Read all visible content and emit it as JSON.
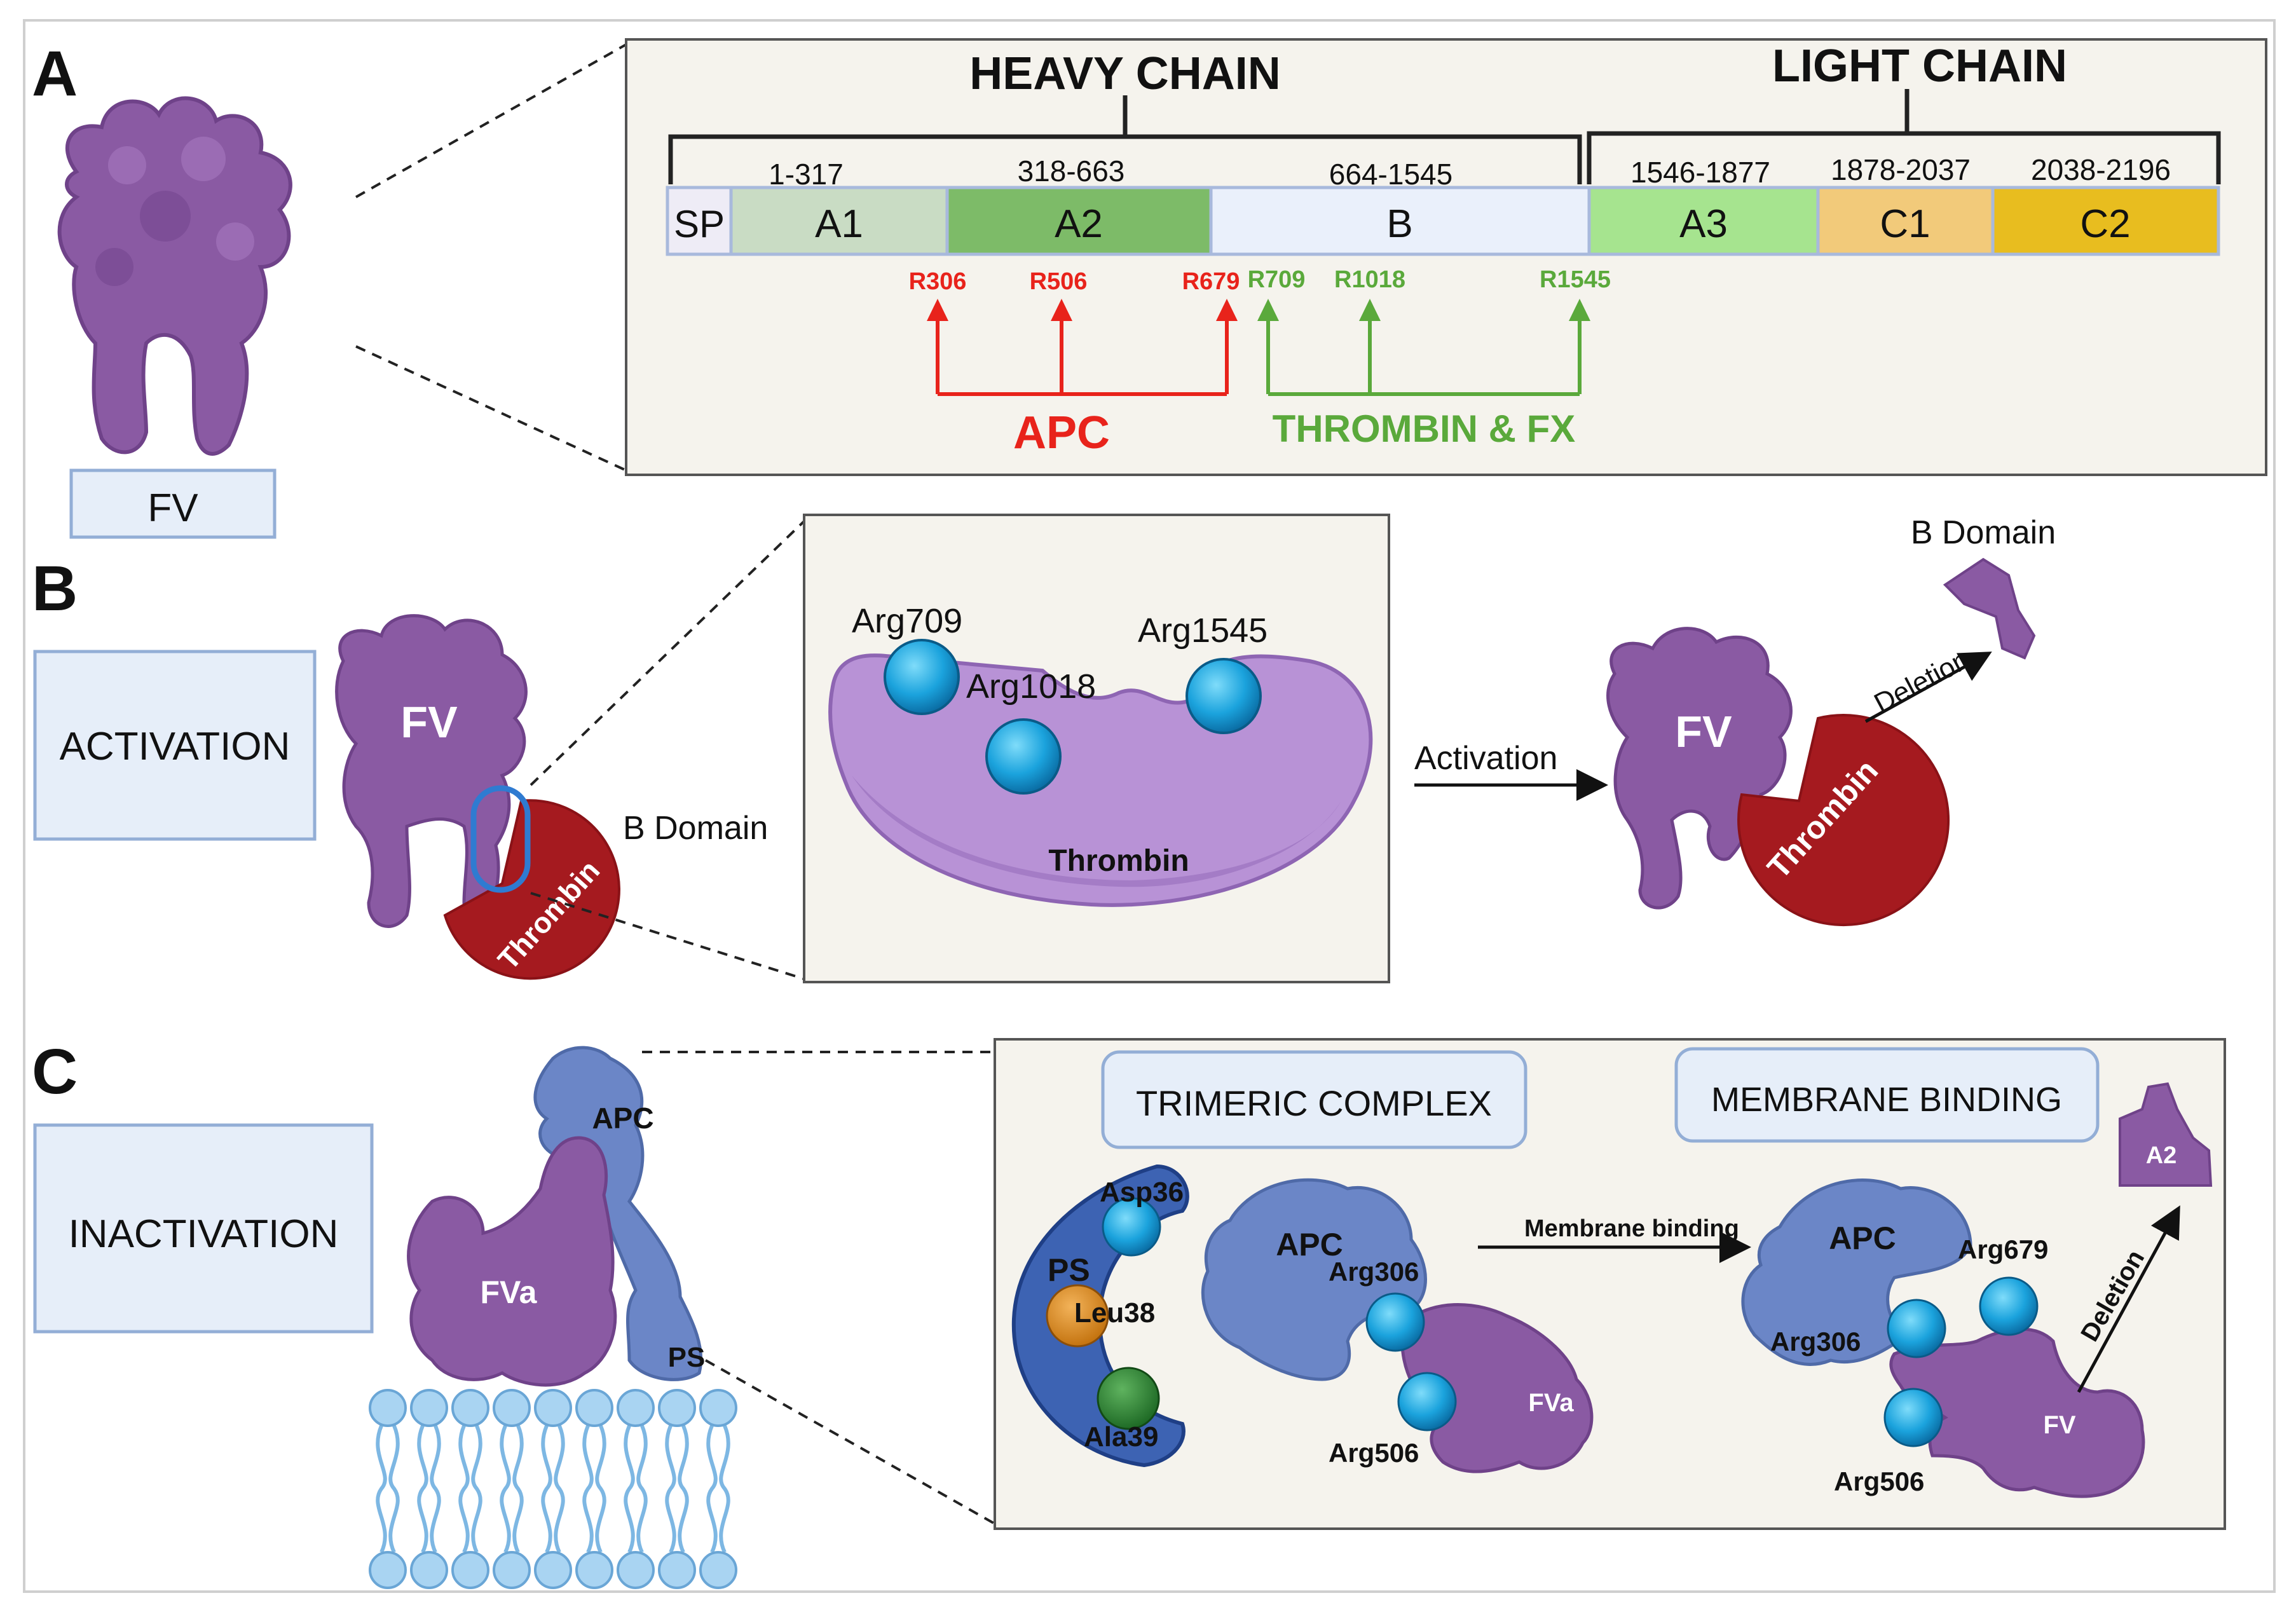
{
  "panel_a": {
    "letter": "A",
    "fv_label": "FV",
    "heavy_chain": "HEAVY CHAIN",
    "light_chain": "LIGHT CHAIN",
    "domains": [
      {
        "name": "SP",
        "range": "",
        "color": "#eeecf6"
      },
      {
        "name": "A1",
        "range": "1-317",
        "color": "#c9dcc4"
      },
      {
        "name": "A2",
        "range": "318-663",
        "color": "#7dbb68"
      },
      {
        "name": "B",
        "range": "664-1545",
        "color": "#eaf0fb"
      },
      {
        "name": "A3",
        "range": "1546-1877",
        "color": "#a6e48f"
      },
      {
        "name": "C1",
        "range": "1878-2037",
        "color": "#f2ca7a"
      },
      {
        "name": "C2",
        "range": "2038-2196",
        "color": "#e8bd1f"
      }
    ],
    "apc_sites": [
      "R306",
      "R506",
      "R679"
    ],
    "thrombin_sites": [
      "R709",
      "R1018",
      "R1545"
    ],
    "apc_label": "APC",
    "thrombin_label": "THROMBIN & FX",
    "colors": {
      "apc": "#e8231b",
      "thrombin": "#5aa93b"
    }
  },
  "panel_b": {
    "letter": "B",
    "activation_box": "ACTIVATION",
    "fv_label": "FV",
    "thrombin_label": "Thrombin",
    "b_domain_label": "B Domain",
    "sites": [
      "Arg709",
      "Arg1018",
      "Arg1545"
    ],
    "thrombin_inset_label": "Thrombin",
    "activation_arrow_label": "Activation",
    "fv_right_label": "FV",
    "thrombin_right_label": "Thrombin",
    "deletion_label": "Deletion",
    "b_domain_top_label": "B Domain"
  },
  "panel_c": {
    "letter": "C",
    "inactivation_box": "INACTIVATION",
    "apc_label": "APC",
    "fva_label": "FVa",
    "ps_label": "PS",
    "trimeric_label": "TRIMERIC COMPLEX",
    "membrane_binding_label": "MEMBRANE BINDING",
    "ps_inset_label": "PS",
    "asp": "Asp36",
    "leu": "Leu38",
    "ala": "Ala39",
    "apc_mid": "APC",
    "arg306_mid": "Arg306",
    "arg506_mid": "Arg506",
    "fva_mid": "FVa",
    "membrane_arrow_label": "Membrane binding",
    "apc_right": "APC",
    "arg306_right": "Arg306",
    "arg679_right": "Arg679",
    "arg506_right": "Arg506",
    "fv_right": "FV",
    "deletion_label": "Deletion",
    "a2_label": "A2"
  }
}
